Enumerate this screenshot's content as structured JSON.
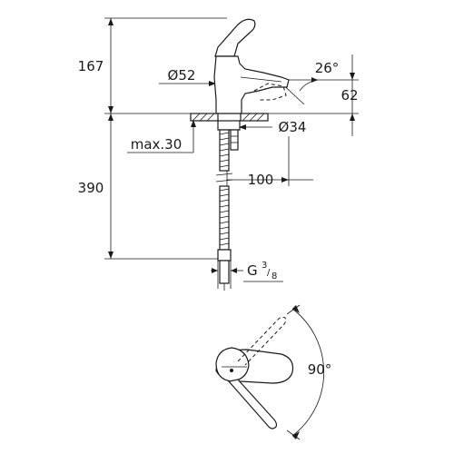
{
  "dimensions": {
    "height_upper": "167",
    "diameter_body": "Ø52",
    "spout_angle": "26°",
    "spout_height": "62",
    "diameter_hole": "Ø34",
    "max_thickness": "max.30",
    "height_lower": "390",
    "projection": "100",
    "thread_letter": "G",
    "thread_num": "3",
    "thread_den": "8",
    "rotation_angle": "90°"
  }
}
